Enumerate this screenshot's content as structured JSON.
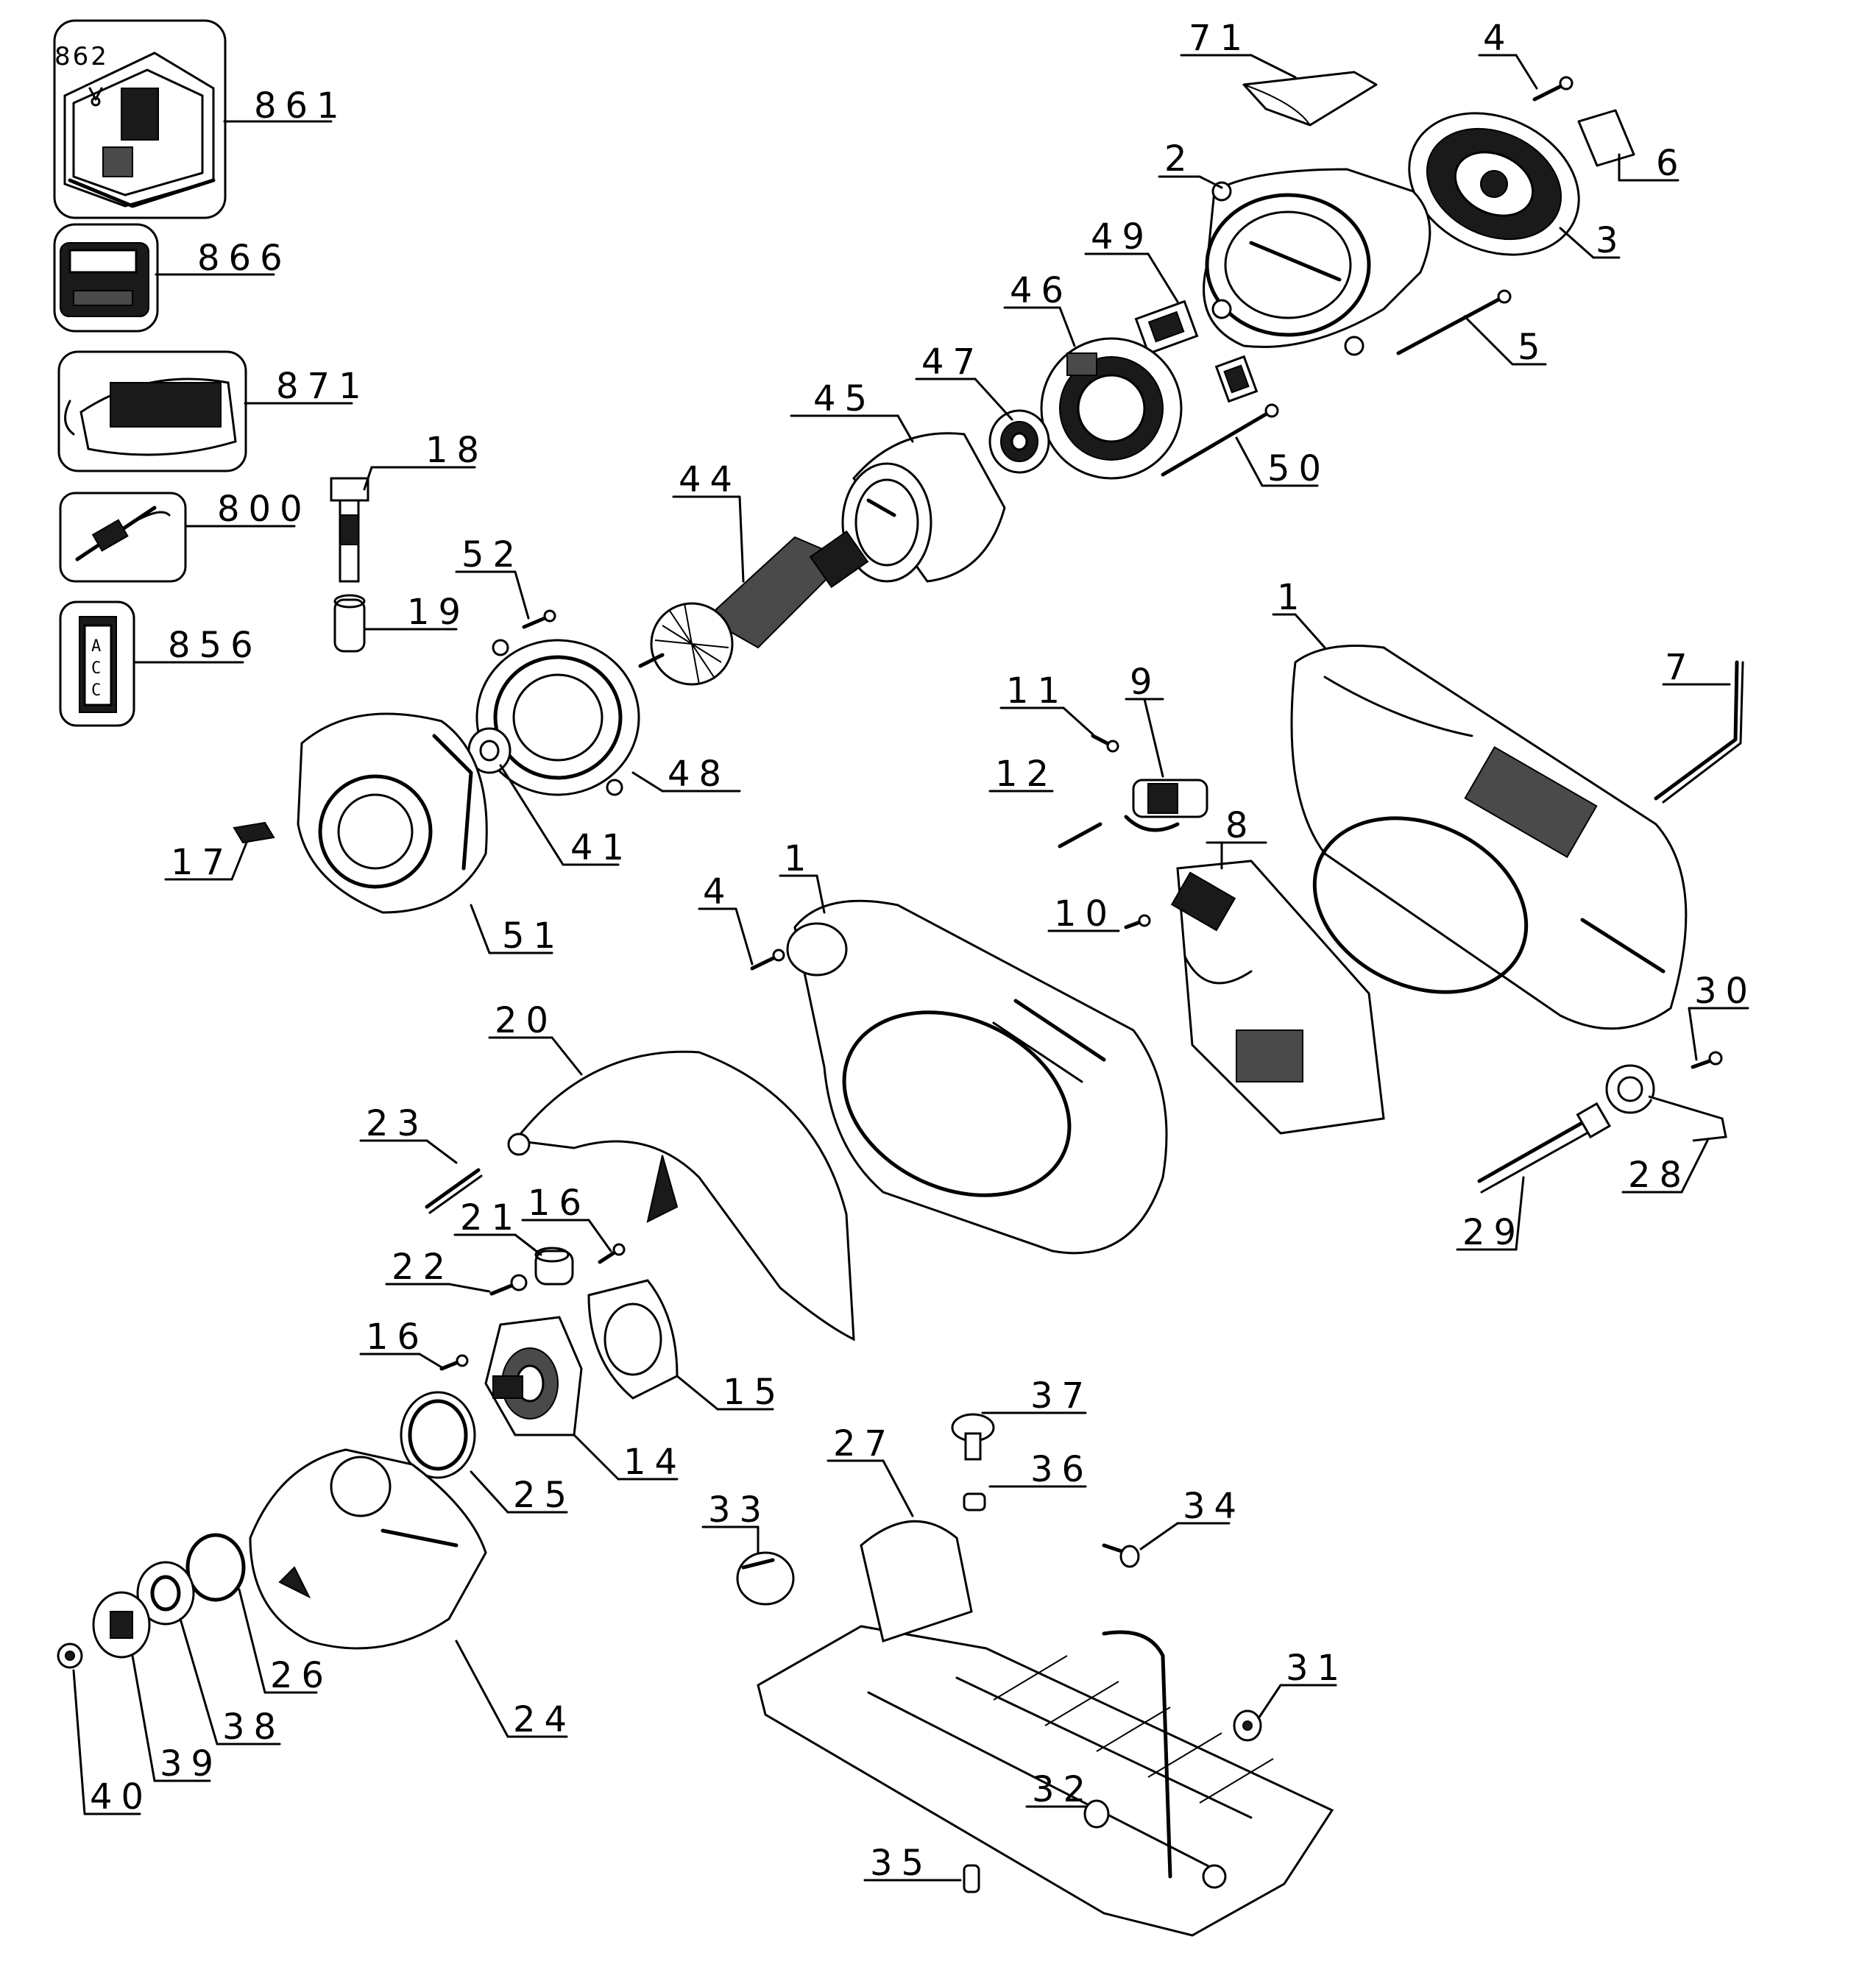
{
  "diagram": {
    "labels": {
      "p862": "862",
      "p861": "861",
      "p866": "866",
      "p871": "871",
      "p800": "800",
      "p856": "856",
      "p71": "71",
      "p4a": "4",
      "p6": "6",
      "p2": "2",
      "p3": "3",
      "p49": "49",
      "p46": "46",
      "p5": "5",
      "p47": "47",
      "p50": "50",
      "p45": "45",
      "p18": "18",
      "p44": "44",
      "p52": "52",
      "p19": "19",
      "p1a": "1",
      "p7": "7",
      "p11": "11",
      "p9": "9",
      "p12": "12",
      "p48": "48",
      "p17": "17",
      "p41": "41",
      "p8": "8",
      "p1b": "1",
      "p4b": "4",
      "p10": "10",
      "p51": "51",
      "p30": "30",
      "p20": "20",
      "p23": "23",
      "p28": "28",
      "p16a": "16",
      "p21": "21",
      "p29": "29",
      "p22": "22",
      "p16b": "16",
      "p15": "15",
      "p37": "37",
      "p14": "14",
      "p27": "27",
      "p36": "36",
      "p25": "25",
      "p33": "33",
      "p34": "34",
      "p26": "26",
      "p31": "31",
      "p24": "24",
      "p38": "38",
      "p39": "39",
      "p32": "32",
      "p40": "40",
      "p35": "35"
    },
    "acc_letters": [
      "A",
      "C",
      "C"
    ]
  }
}
